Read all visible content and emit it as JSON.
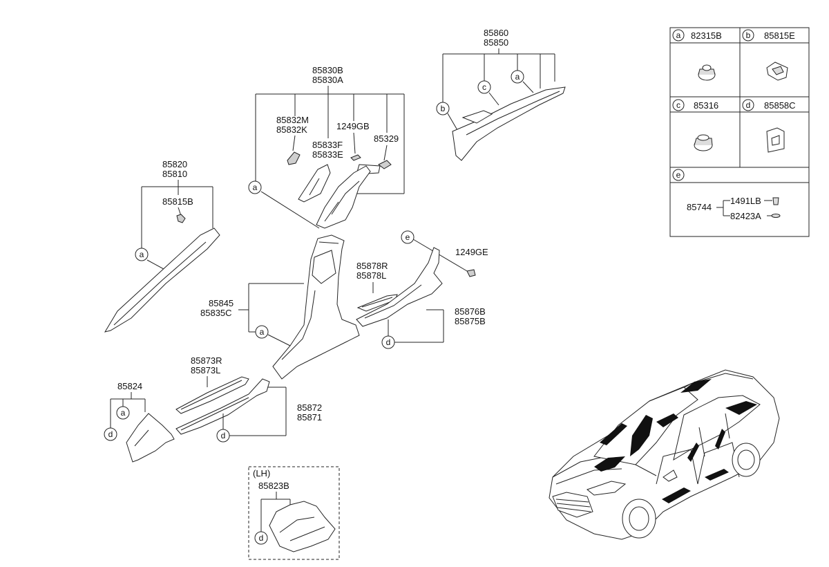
{
  "parts": {
    "p85860": "85860",
    "p85850": "85850",
    "p85830B": "85830B",
    "p85830A": "85830A",
    "p85832M": "85832M",
    "p85832K": "85832K",
    "p1249GB": "1249GB",
    "p85833F": "85833F",
    "p85833E": "85833E",
    "p85329": "85329",
    "p85820": "85820",
    "p85810": "85810",
    "p85815B": "85815B",
    "p1249GE": "1249GE",
    "p85878R": "85878R",
    "p85878L": "85878L",
    "p85845": "85845",
    "p85835C": "85835C",
    "p85876B": "85876B",
    "p85875B": "85875B",
    "p85873R": "85873R",
    "p85873L": "85873L",
    "p85824": "85824",
    "p85872": "85872",
    "p85871": "85871",
    "p85823B": "85823B"
  },
  "callouts": {
    "a": "a",
    "b": "b",
    "c": "c",
    "d": "d",
    "e": "e"
  },
  "lh_box": {
    "label": "(LH)"
  },
  "legend": {
    "a_part": "82315B",
    "b_part": "85815E",
    "c_part": "85316",
    "d_part": "85858C",
    "e_main": "85744",
    "e_sub1": "1491LB",
    "e_sub2": "82423A"
  }
}
